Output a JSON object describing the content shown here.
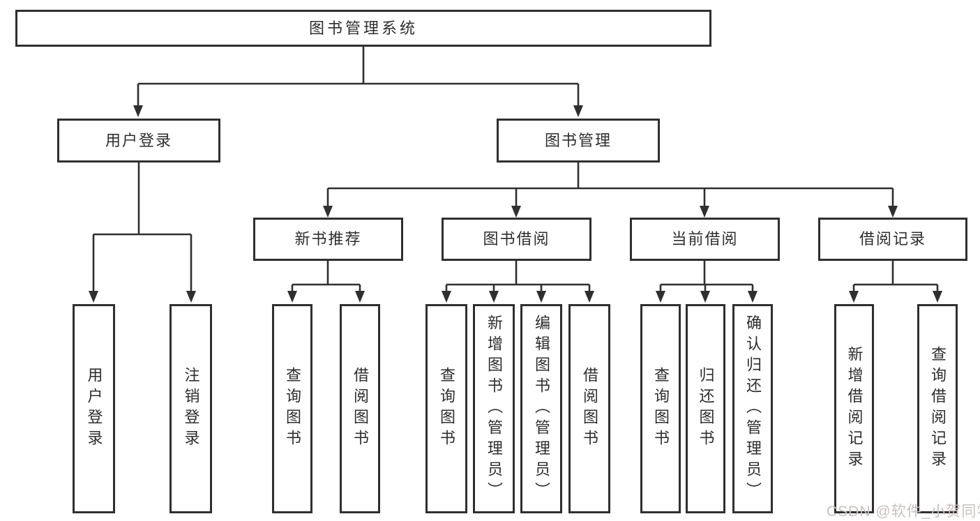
{
  "diagram": {
    "root": {
      "label": "图书管理系统"
    },
    "branches": [
      {
        "label": "用户登录",
        "children": [
          {
            "label": "用户登录"
          },
          {
            "label": "注销登录"
          }
        ]
      },
      {
        "label": "图书管理",
        "children": [
          {
            "label": "新书推荐",
            "children": [
              {
                "label": "查询图书"
              },
              {
                "label": "借阅图书"
              }
            ]
          },
          {
            "label": "图书借阅",
            "children": [
              {
                "label": "查询图书"
              },
              {
                "label": "新增图书（管理员）"
              },
              {
                "label": "编辑图书（管理员）"
              },
              {
                "label": "借阅图书"
              }
            ]
          },
          {
            "label": "当前借阅",
            "children": [
              {
                "label": "查询图书"
              },
              {
                "label": "归还图书"
              },
              {
                "label": "确认归还（管理员）"
              }
            ]
          },
          {
            "label": "借阅记录",
            "children": [
              {
                "label": "新增借阅记录"
              },
              {
                "label": "查询借阅记录"
              }
            ]
          }
        ]
      }
    ]
  },
  "watermark": {
    "text": "CSDN @软件_小贺同学",
    "color": "#c8c0c0"
  },
  "colors": {
    "background": "#ffffff",
    "box_border": "#2f2f2f",
    "connector_line": "#2f2f2f",
    "text": "#2d2d2d"
  }
}
